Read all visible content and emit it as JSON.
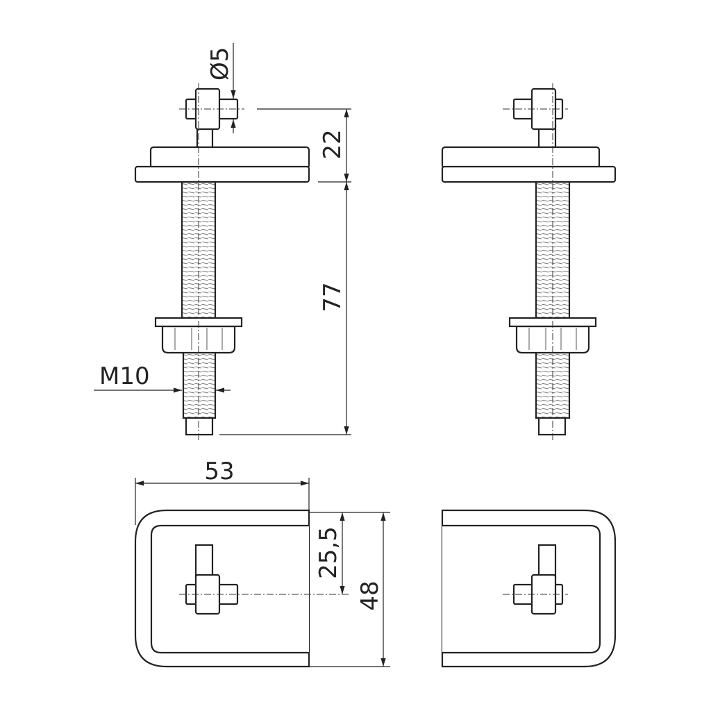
{
  "dimensions": {
    "pin_diameter": "Ø5",
    "head_height": "22",
    "shaft_length": "77",
    "thread": "M10",
    "width": "53",
    "center_offset": "25,5",
    "depth": "48"
  },
  "colors": {
    "line": "#222222",
    "background": "#ffffff"
  }
}
